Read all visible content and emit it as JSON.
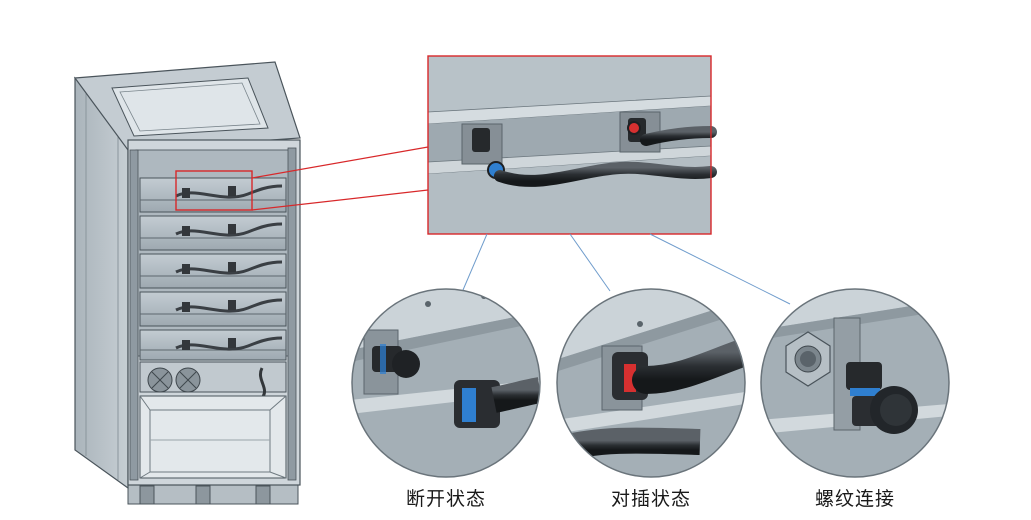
{
  "diagram": {
    "captions": {
      "disconnected": "断开状态",
      "mated": "对插状态",
      "threaded": "螺纹连接"
    },
    "colors": {
      "metal_light": "#b9c2c8",
      "metal_mid": "#9aa5ad",
      "metal_dark": "#6f7b84",
      "connector_black": "#26292c",
      "ring_blue": "#2f7fd0",
      "ring_red": "#d63030",
      "callout_red": "#d8282a",
      "leader_blue": "#6f9ccc"
    }
  }
}
